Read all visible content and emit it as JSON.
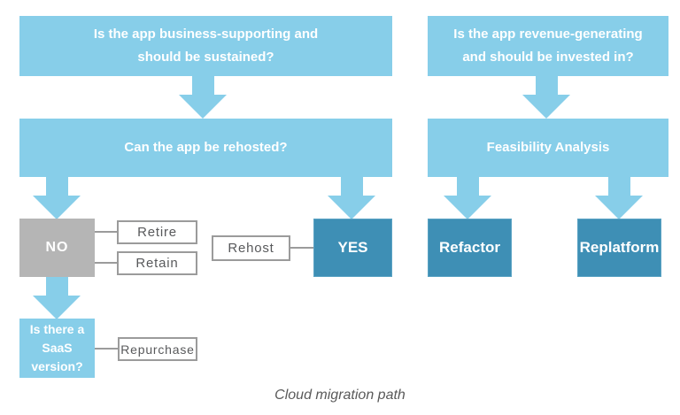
{
  "caption": "Cloud migration path",
  "colors": {
    "light_blue": "#87CEE9",
    "dark_blue": "#3E8FB5",
    "gray_box": "#B5B5B5",
    "outline_border": "#9B9B9B",
    "outline_text": "#58595B",
    "caption_text": "#595959",
    "box_text": "#FFFFFF"
  },
  "left_flow": {
    "question1": "Is the app business-supporting and should be sustained?",
    "question2": "Can the app be rehosted?",
    "no_label": "NO",
    "yes_label": "YES",
    "retire_label": "Retire",
    "retain_label": "Retain",
    "rehost_label": "Rehost",
    "saas_question": "Is there a SaaS version?",
    "repurchase_label": "Repurchase"
  },
  "right_flow": {
    "question1": "Is the app revenue-generating and should be invested in?",
    "analysis_label": "Feasibility Analysis",
    "refactor_label": "Refactor",
    "replatform_label": "Replatform"
  }
}
